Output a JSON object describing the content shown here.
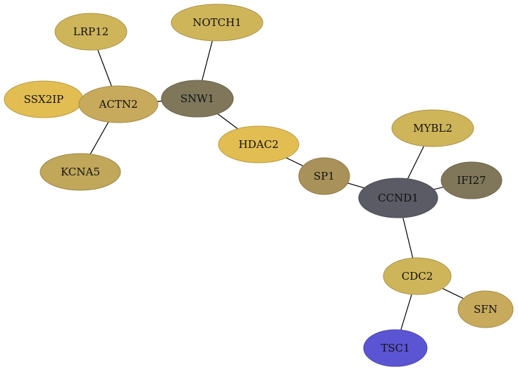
{
  "nodes": [
    {
      "id": "NOTCH1",
      "label": "NOTCH1",
      "color": "#cfb55a"
    },
    {
      "id": "LRP12",
      "label": "LRP12",
      "color": "#cfb55a"
    },
    {
      "id": "SSX2IP",
      "label": "SSX2IP",
      "color": "#e2bd52"
    },
    {
      "id": "ACTN2",
      "label": "ACTN2",
      "color": "#c8aa5c"
    },
    {
      "id": "SNW1",
      "label": "SNW1",
      "color": "#80775b"
    },
    {
      "id": "KCNA5",
      "label": "KCNA5",
      "color": "#c0a75a"
    },
    {
      "id": "HDAC2",
      "label": "HDAC2",
      "color": "#e2bd52"
    },
    {
      "id": "SP1",
      "label": "SP1",
      "color": "#a99259"
    },
    {
      "id": "MYBL2",
      "label": "MYBL2",
      "color": "#cfb55a"
    },
    {
      "id": "IFI27",
      "label": "IFI27",
      "color": "#80775b"
    },
    {
      "id": "CCND1",
      "label": "CCND1",
      "color": "#5b5b65"
    },
    {
      "id": "CDC2",
      "label": "CDC2",
      "color": "#cfb55a"
    },
    {
      "id": "SFN",
      "label": "SFN",
      "color": "#c8aa5c"
    },
    {
      "id": "TSC1",
      "label": "TSC1",
      "color": "#5b55d4"
    }
  ],
  "edges": [
    [
      "LRP12",
      "ACTN2"
    ],
    [
      "SSX2IP",
      "ACTN2"
    ],
    [
      "ACTN2",
      "KCNA5"
    ],
    [
      "ACTN2",
      "SNW1"
    ],
    [
      "NOTCH1",
      "SNW1"
    ],
    [
      "SNW1",
      "HDAC2"
    ],
    [
      "HDAC2",
      "SP1"
    ],
    [
      "SP1",
      "CCND1"
    ],
    [
      "MYBL2",
      "CCND1"
    ],
    [
      "IFI27",
      "CCND1"
    ],
    [
      "CCND1",
      "CDC2"
    ],
    [
      "CDC2",
      "SFN"
    ],
    [
      "CDC2",
      "TSC1"
    ]
  ]
}
